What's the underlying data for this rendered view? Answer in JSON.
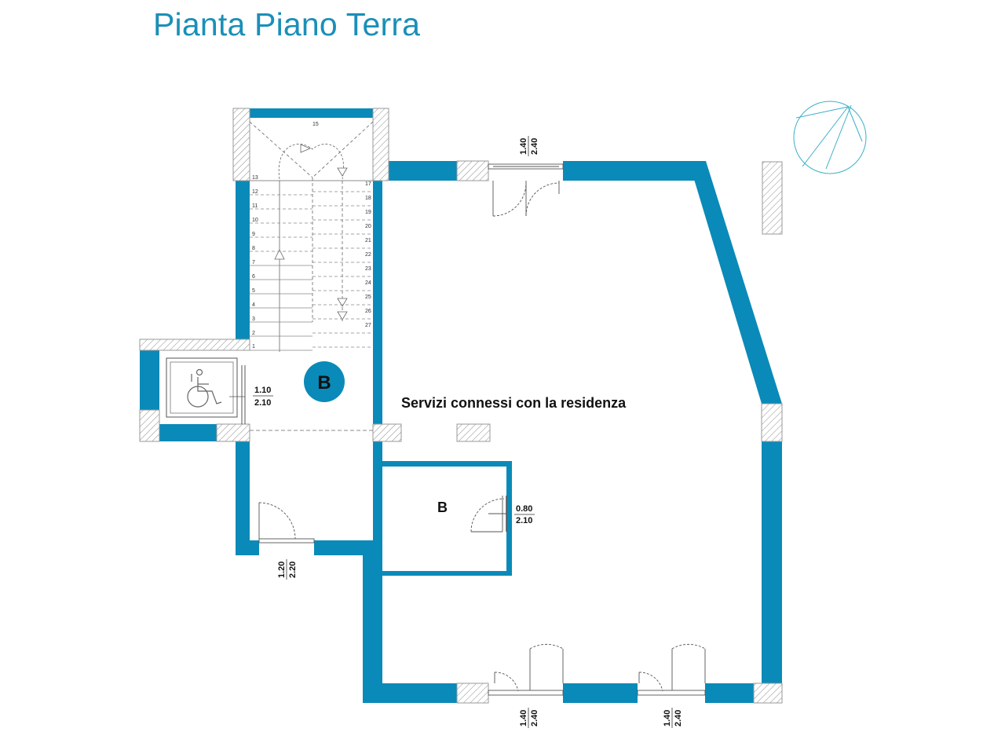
{
  "title": "Pianta Piano Terra",
  "colors": {
    "wall": "#0a8ab8",
    "title": "#1a8fb8",
    "compass": "#3bb0c8"
  },
  "rooms": {
    "main_label": "Servizi connessi con la residenza",
    "bath_badge": "B",
    "bath_small": "B"
  },
  "dimensions": {
    "top_window": {
      "width": "1.40",
      "height": "2.40"
    },
    "lift_door": {
      "width": "1.10",
      "height": "2.10"
    },
    "bath_door": {
      "width": "0.80",
      "height": "2.10"
    },
    "entrance_door": {
      "width": "1.20",
      "height": "2.20"
    },
    "bottom_door_1": {
      "width": "1.40",
      "height": "2.40"
    },
    "bottom_door_2": {
      "width": "1.40",
      "height": "2.40"
    }
  },
  "stairs": {
    "left_steps": [
      "1",
      "2",
      "3",
      "4",
      "5",
      "6",
      "7",
      "8",
      "9",
      "10",
      "11",
      "12",
      "13"
    ],
    "landing_step": "15",
    "right_steps": [
      "17",
      "18",
      "19",
      "20",
      "21",
      "22",
      "23",
      "24",
      "25",
      "26",
      "27"
    ]
  },
  "icons": {
    "lift": "wheelchair-icon",
    "north": "compass-icon"
  }
}
